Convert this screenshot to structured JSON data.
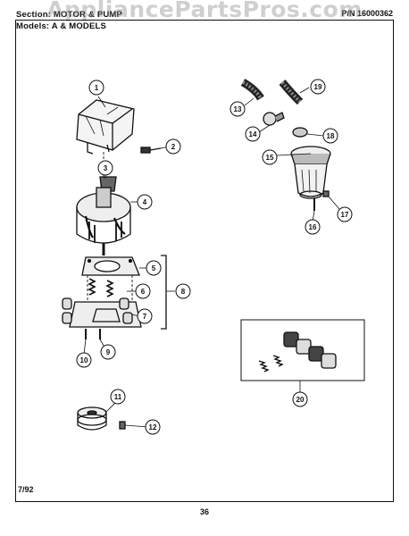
{
  "header": {
    "section_line": "Section: MOTOR & PUMP",
    "model_line": "Models: A & MODELS",
    "part_number": "P/N 16000362",
    "watermark": "AppliancePartsPros.com"
  },
  "callouts": [
    "1",
    "2",
    "3",
    "4",
    "5",
    "6",
    "7",
    "8",
    "9",
    "10",
    "11",
    "12",
    "13",
    "14",
    "15",
    "16",
    "17",
    "18",
    "19",
    "20"
  ],
  "footer": {
    "date": "7/92",
    "page": "36"
  }
}
